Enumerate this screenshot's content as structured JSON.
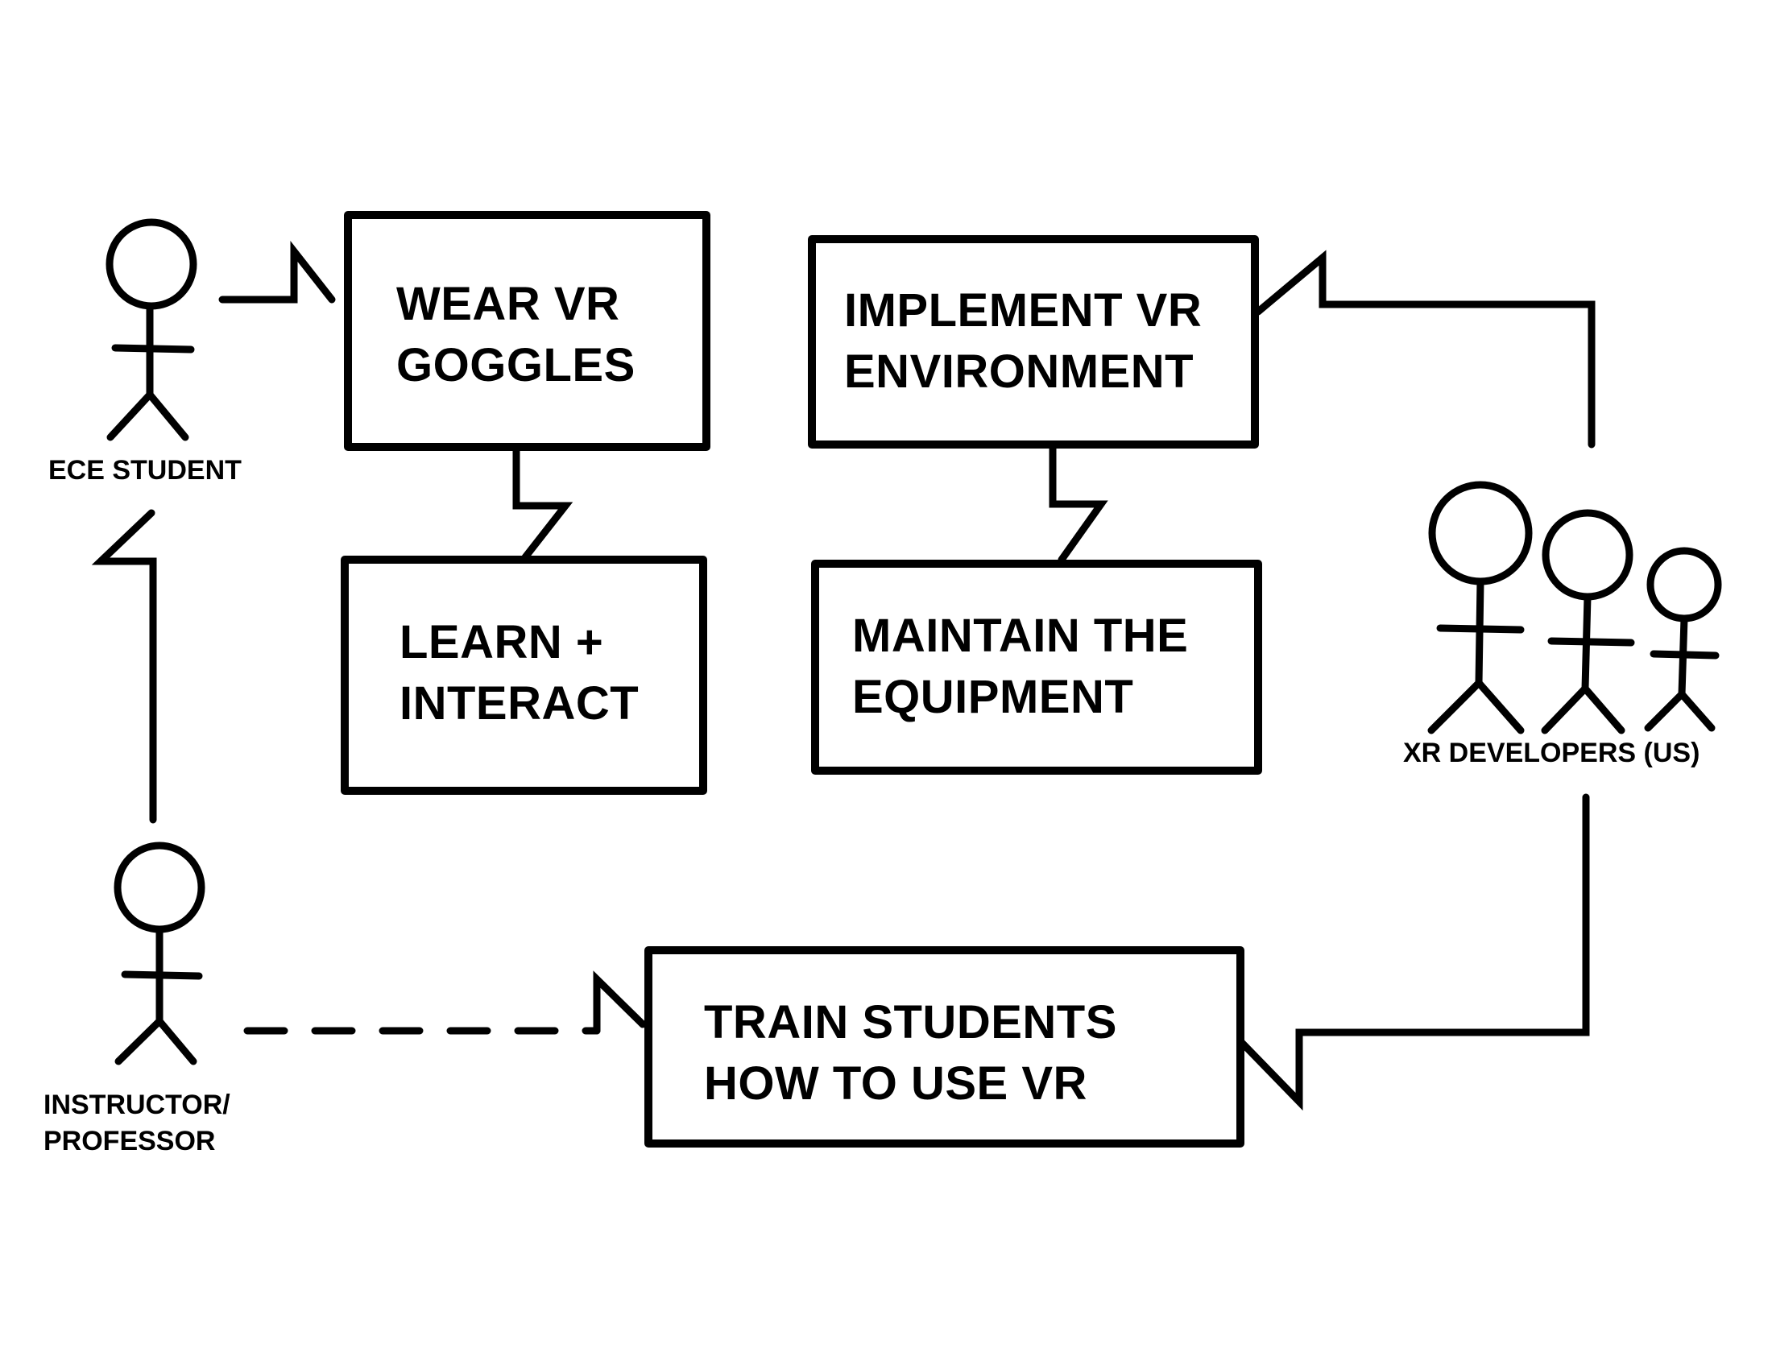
{
  "actors": {
    "ece_student": {
      "label": "ECE STUDENT"
    },
    "instructor": {
      "line1": "INSTRUCTOR/",
      "line2": "PROFESSOR"
    },
    "xr_developers": {
      "label": "XR DEVELOPERS (US)"
    }
  },
  "use_cases": {
    "wear_vr": {
      "line1": "WEAR VR",
      "line2": "GOGGLES"
    },
    "learn_interact": {
      "line1": "LEARN +",
      "line2": "INTERACT"
    },
    "implement_vr": {
      "line1": "IMPLEMENT VR",
      "line2": "ENVIRONMENT"
    },
    "maintain": {
      "line1": "MAINTAIN THE",
      "line2": "EQUIPMENT"
    },
    "train": {
      "line1": "TRAIN STUDENTS",
      "line2": "HOW TO USE VR"
    }
  },
  "style": {
    "stroke_color": "#000000",
    "background": "#ffffff"
  }
}
